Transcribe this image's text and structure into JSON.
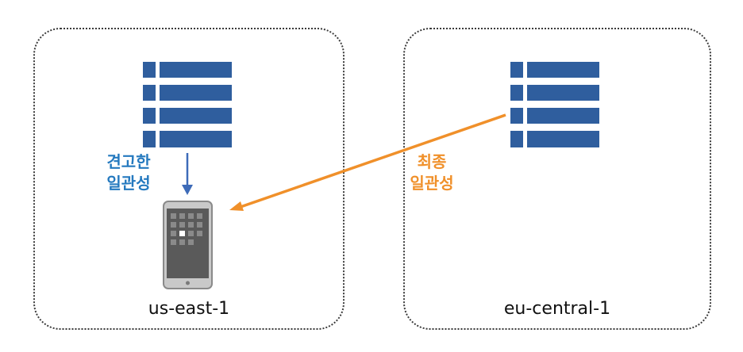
{
  "regions": {
    "left": {
      "label": "us-east-1"
    },
    "right": {
      "label": "eu-central-1"
    }
  },
  "labels": {
    "strong": [
      "견고한",
      "일관성"
    ],
    "eventual": [
      "최종",
      "일관성"
    ]
  },
  "colors": {
    "table": "#2f5e9e",
    "strong": "#2479bf",
    "eventual": "#f0902a",
    "border": "#3a3a3a"
  },
  "icons": [
    "table-icon",
    "table-icon",
    "tablet-icon",
    "arrow-icon"
  ]
}
